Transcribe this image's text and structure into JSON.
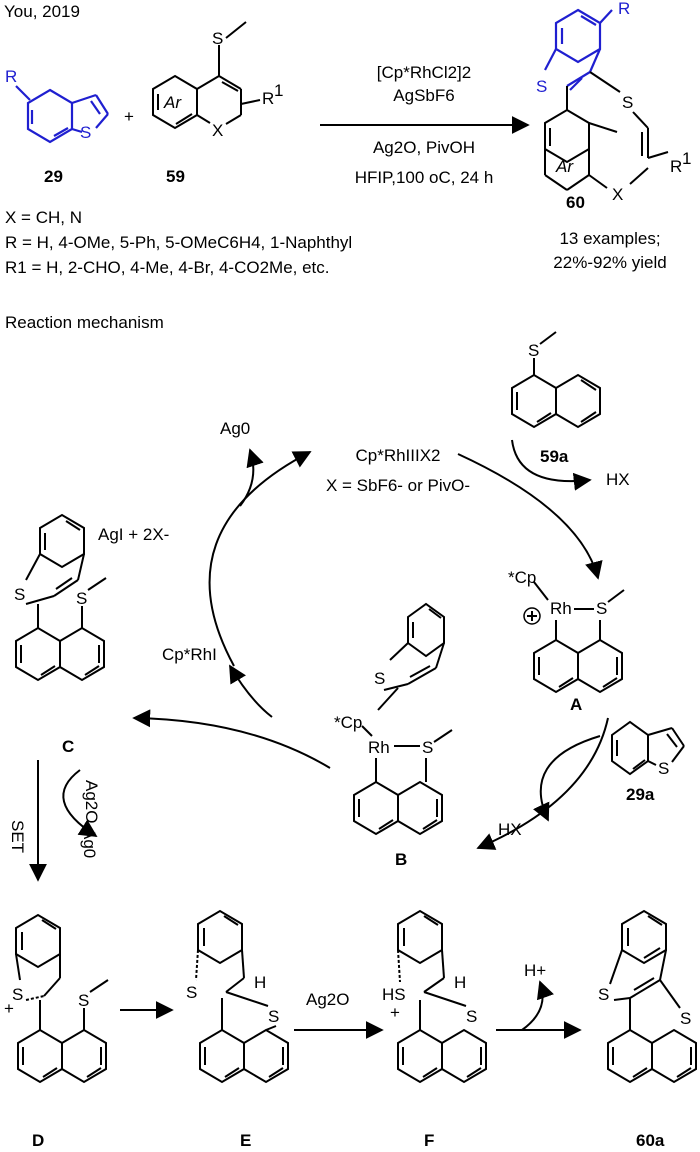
{
  "header": {
    "citation": "You, 2019"
  },
  "reaction": {
    "reactant1_label": "29",
    "reactant2_label": "59",
    "product_label": "60",
    "plus": "+",
    "conditions": [
      "[Cp*RhCl2]2",
      "AgSbF6",
      "Ag2O, PivOH",
      "HFIP,100 oC, 24 h"
    ],
    "substituents": [
      "X  = CH, N",
      "R  = H, 4-OMe, 5-Ph, 5-OMeC6H4, 1-Naphthyl",
      "R1 = H, 2-CHO, 4-Me, 4-Br, 4-CO2Me, etc."
    ],
    "result": [
      "13 examples;",
      "22%-92% yield"
    ]
  },
  "mechanism": {
    "heading": "Reaction mechanism",
    "catalyst": "Cp*RhIIIX2",
    "catalyst_anions": "X = SbF6- or PivO-",
    "silver0_top": "Ag0",
    "silver_reoxidation": "AgI + 2X-",
    "rh1": "Cp*RhI",
    "substrate_label": "59a",
    "hx": "HX",
    "benzothiophene_label": "29a",
    "intermediates": [
      "A",
      "B",
      "C",
      "D",
      "E",
      "F"
    ],
    "set_label": "SET",
    "oxidant_1": "Ag2O",
    "silver0_bottom": "Ag0",
    "oxidant_2": "Ag2O",
    "proton": "H+",
    "final_label": "60a"
  }
}
